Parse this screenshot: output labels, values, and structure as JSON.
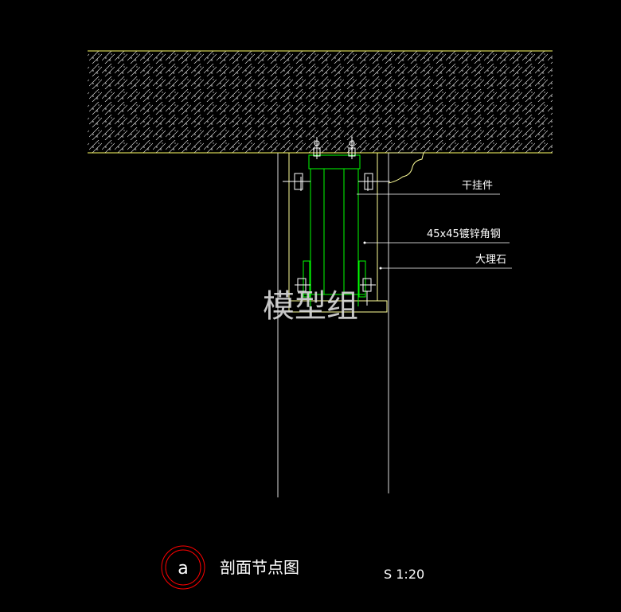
{
  "labels": {
    "hanger": "干挂件",
    "angle_steel": "45x45镀锌角钢",
    "marble": "大理石"
  },
  "title_block": {
    "detail_mark": "a",
    "title": "剖面节点图",
    "scale": "S 1:20"
  },
  "watermark": "模型组",
  "colors": {
    "background": "#000000",
    "slab_edge": "#ffff66",
    "hatch": "#ffffff",
    "marble": "#ffff99",
    "steel": "#00ff00",
    "fixings": "#ffffff",
    "leader": "#ffffff",
    "mark_circle": "#ff0000"
  }
}
